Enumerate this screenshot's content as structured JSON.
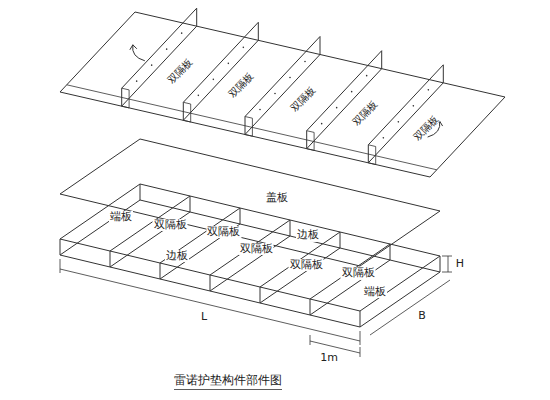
{
  "diagram": {
    "caption": "雷诺护垫构件部件图",
    "labels": [
      "双隔板",
      "双隔板",
      "双隔板",
      "双隔板",
      "双隔板",
      "盖板",
      "端板",
      "双隔板",
      "边板",
      "双隔板",
      "双隔板",
      "边板",
      "双隔板",
      "双隔板",
      "端板",
      "L",
      "1m",
      "B",
      "H"
    ]
  }
}
